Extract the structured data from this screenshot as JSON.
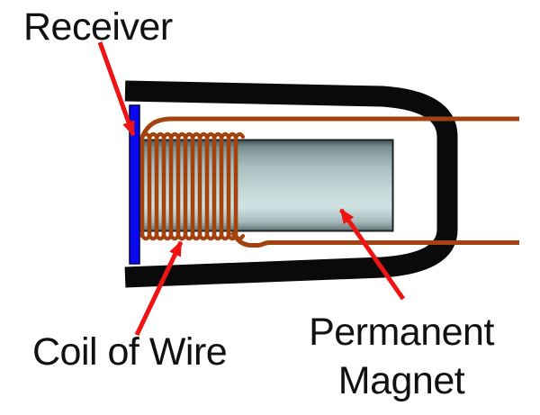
{
  "labels": {
    "receiver": "Receiver",
    "coil": "Coil of Wire",
    "magnet_line1": "Permanent",
    "magnet_line2": "Magnet"
  },
  "coil": {
    "turns": 14
  },
  "colors": {
    "background": "#ffffff",
    "casing": "#0a0a0a",
    "wire": "#a4420e",
    "diaphragm": "#0a0af2",
    "diaphragm_border": "#00004d",
    "arrow": "#ee1414",
    "text": "#111111",
    "magnet_border": "#1f1f1f",
    "magnet_gradient": [
      "#415257",
      "#7b9093",
      "#a7bcbc",
      "#c4d8d8",
      "#cfe3e3",
      "#a7babb",
      "#5f7276"
    ]
  }
}
